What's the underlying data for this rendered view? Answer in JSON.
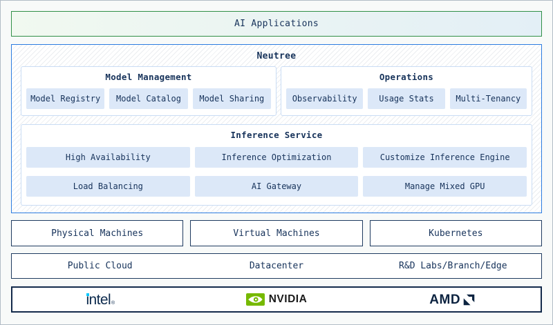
{
  "colors": {
    "page_bg": "#f8faf9",
    "page_border": "#b2bcc6",
    "green_border": "#2f8f46",
    "banner_grad_left": "#f1f9f0",
    "banner_grad_right": "#e3eff6",
    "blue_border": "#2b7ce0",
    "group_border": "#c9dcf4",
    "chip_bg": "#dce8f8",
    "navy_text": "#16325a",
    "navy_border": "#1e3a5f",
    "vendor_border": "#12294a",
    "intel_blue": "#0c2a4d",
    "intel_dot": "#00c7fd",
    "nvidia_green": "#76b900",
    "nvidia_text": "#1a1a1a",
    "amd_navy": "#0c2340"
  },
  "banner": {
    "label": "AI Applications"
  },
  "platform": {
    "title": "Neutree",
    "groups": [
      {
        "title": "Model Management",
        "items": [
          "Model Registry",
          "Model Catalog",
          "Model Sharing"
        ]
      },
      {
        "title": "Operations",
        "items": [
          "Observability",
          "Usage Stats",
          "Multi-Tenancy"
        ]
      },
      {
        "title": "Inference Service",
        "items": [
          "High Availability",
          "Inference Optimization",
          "Customize Inference Engine",
          "Load Balancing",
          "AI Gateway",
          "Manage Mixed GPU"
        ]
      }
    ]
  },
  "infrastructure": {
    "items": [
      "Physical Machines",
      "Virtual Machines",
      "Kubernetes"
    ]
  },
  "locations": {
    "items": [
      "Public Cloud",
      "Datacenter",
      "R&D Labs/Branch/Edge"
    ]
  },
  "vendors": {
    "intel_label": "intel",
    "intel_mark": "®",
    "nvidia_label": "NVIDIA",
    "amd_label": "AMD"
  }
}
